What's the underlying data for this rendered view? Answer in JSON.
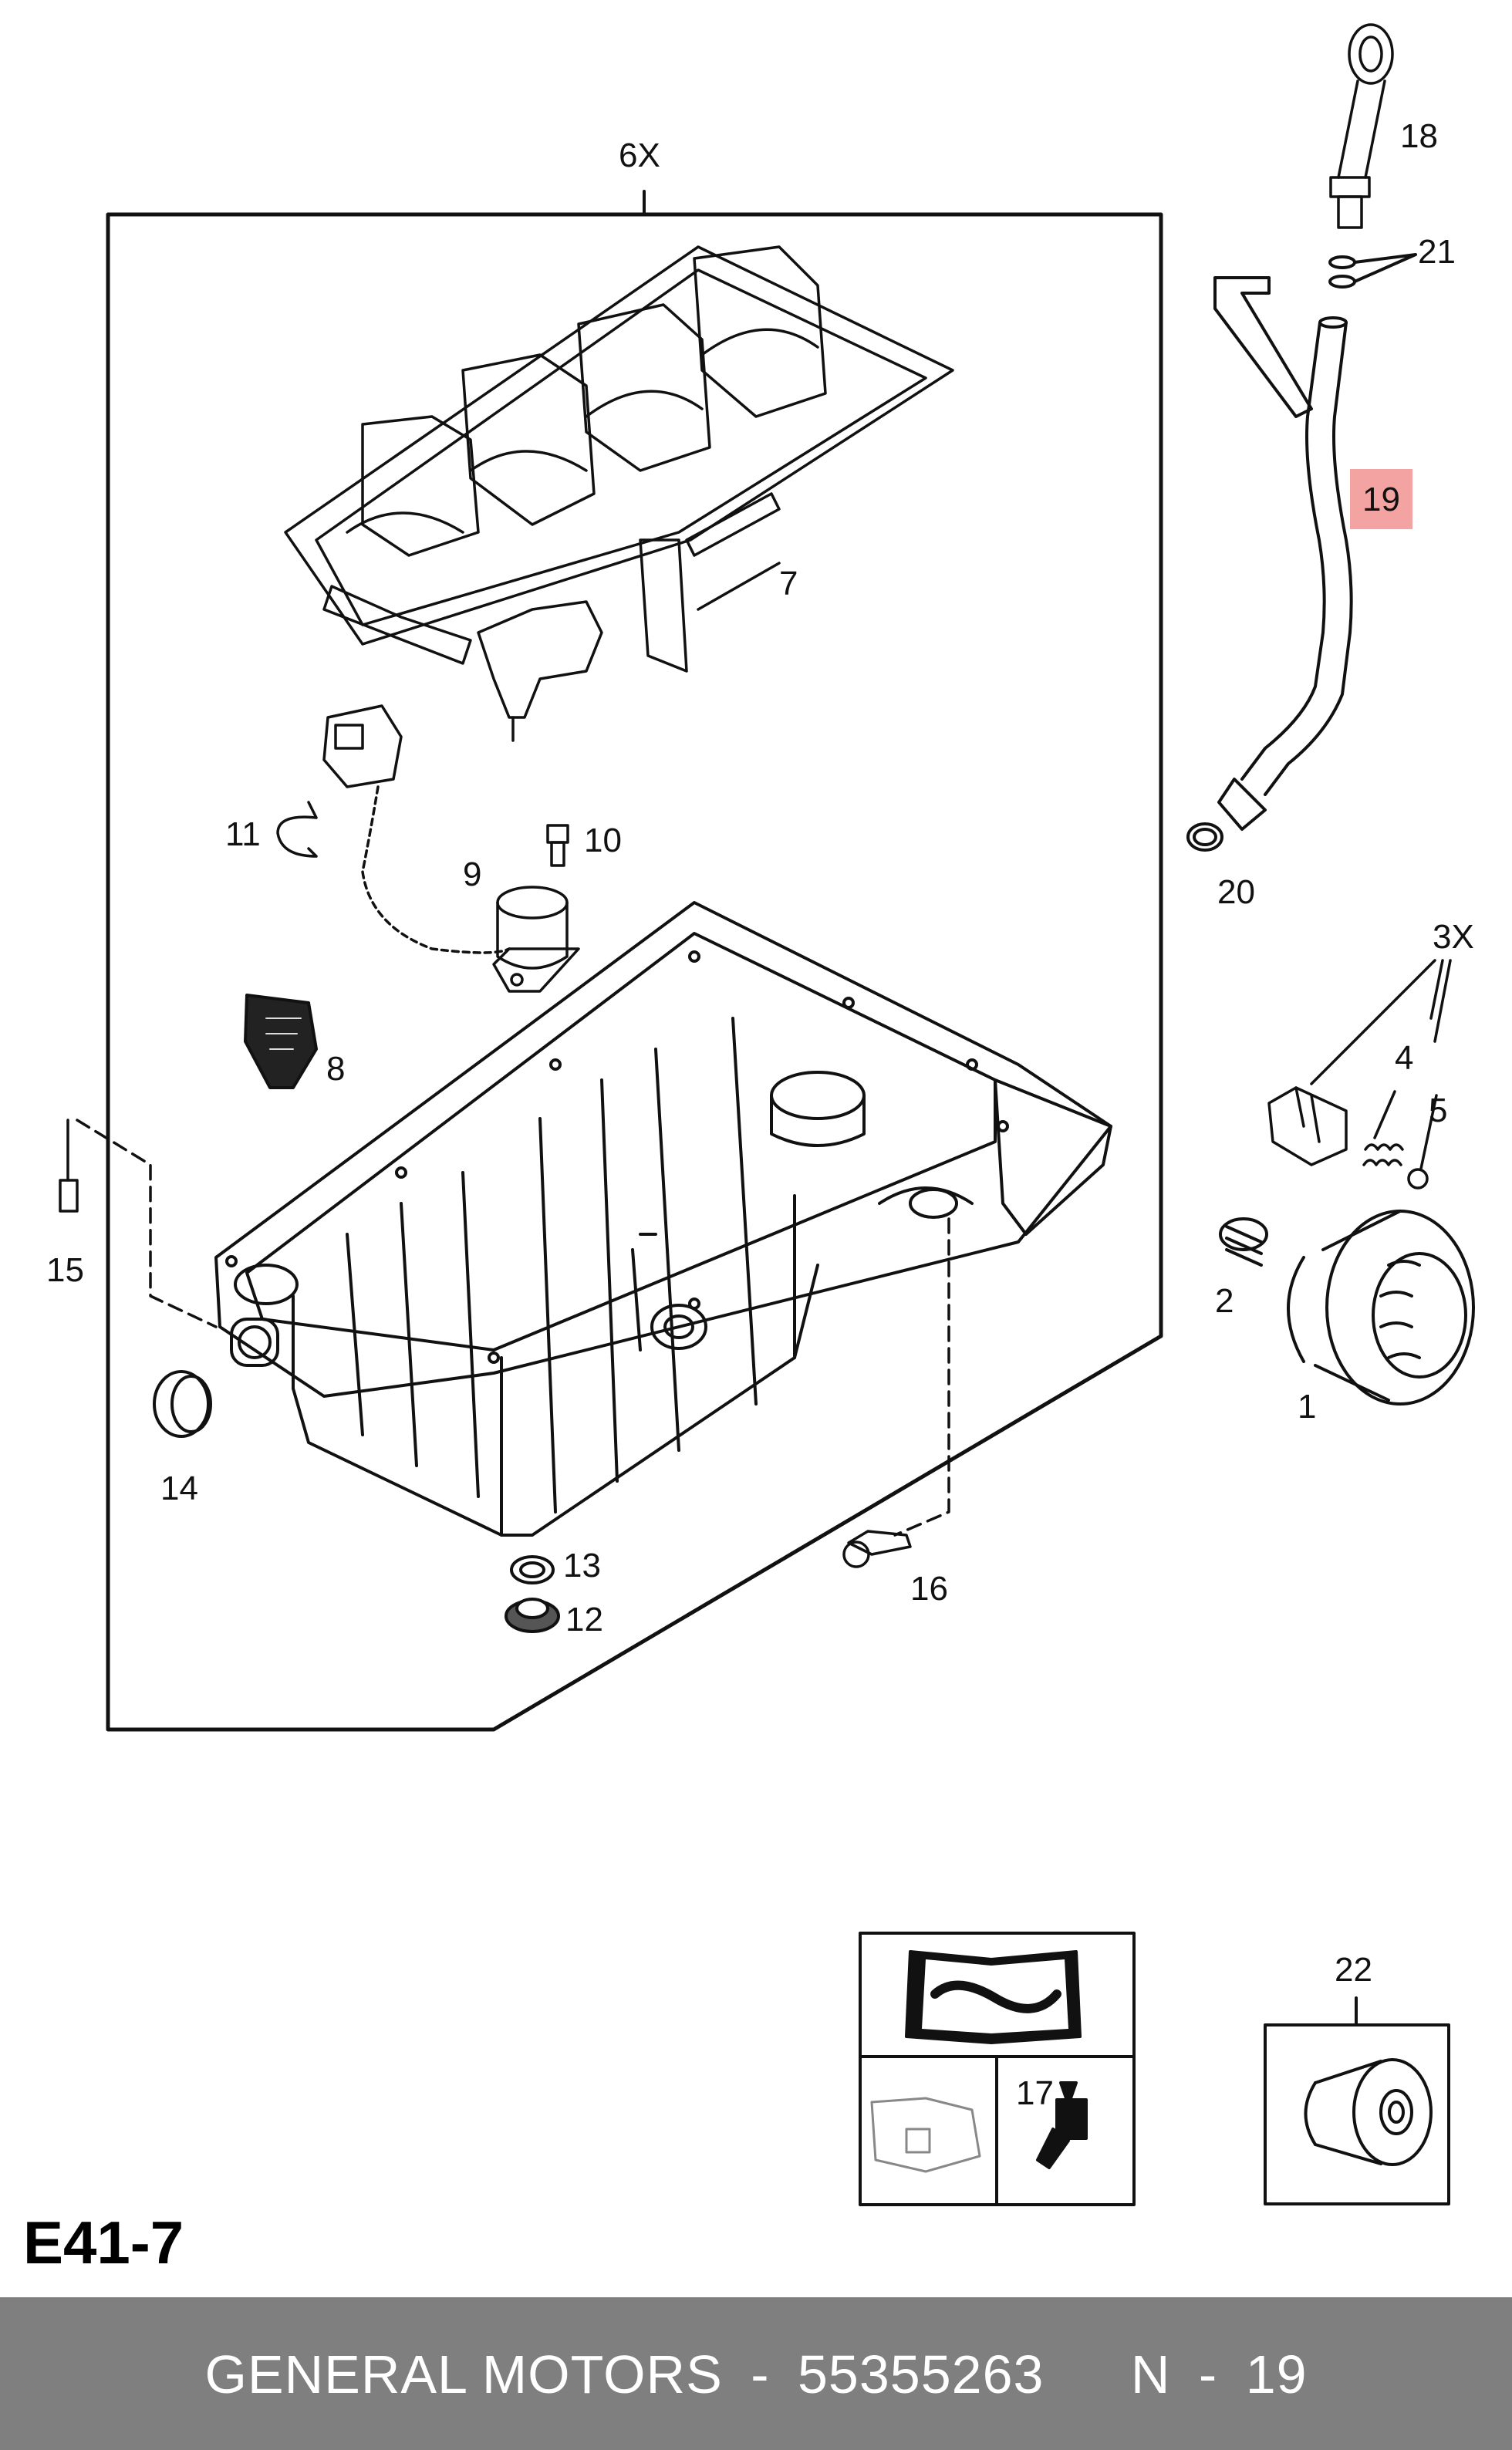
{
  "diagram": {
    "code": "E41-7",
    "group_label": "6X",
    "fastener_group_label": "3X",
    "highlighted_part": "19",
    "highlight_color": "#f4a3a3",
    "callouts": {
      "c1": "1",
      "c2": "2",
      "c4": "4",
      "c5": "5",
      "c7": "7",
      "c8": "8",
      "c9": "9",
      "c10": "10",
      "c11": "11",
      "c12": "12",
      "c13": "13",
      "c14": "14",
      "c15": "15",
      "c16": "16",
      "c17": "17",
      "c18": "18",
      "c19": "19",
      "c20": "20",
      "c21": "21",
      "c22": "22"
    },
    "icons": [
      "service-manual-wrench-icon",
      "oil-can-icon",
      "sealant-bottle-icon",
      "oil-filter-cartridge-icon"
    ]
  },
  "footer": {
    "brand": "GENERAL MOTORS",
    "separator": "-",
    "part_number": "55355263",
    "ref_prefix": "N",
    "ref_separator": "-",
    "ref_number": "19",
    "background": "#7f7f7f"
  }
}
